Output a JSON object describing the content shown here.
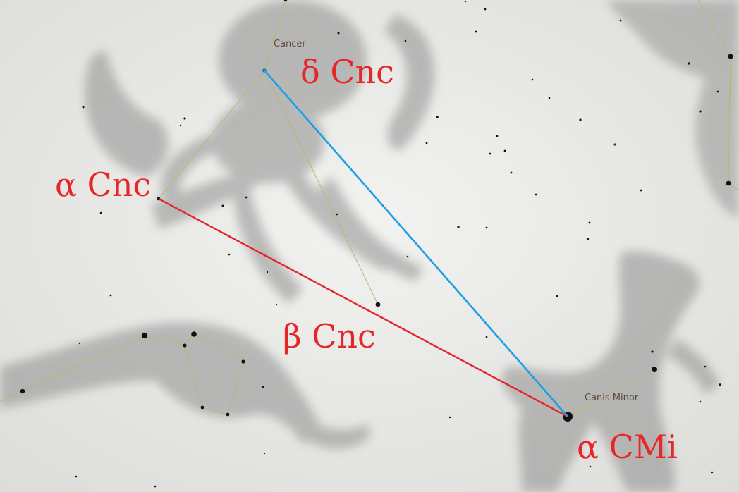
{
  "constellations": {
    "cancer": "Cancer",
    "canis_minor": "Canis Minor"
  },
  "star_labels": {
    "delta_cnc": "δ Cnc",
    "alpha_cnc": "α Cnc",
    "beta_cnc": "β Cnc",
    "alpha_cmi": "α CMi"
  },
  "colors": {
    "background": "#e9e9e7",
    "artwork": "#9a9a9a",
    "constellation_line": "#b8b86a",
    "label": "#e8262a",
    "line_alpha_cnc_to_alpha_cmi": "#e3262c",
    "line_delta_cnc_to_alpha_cmi": "#1aa0e6"
  }
}
